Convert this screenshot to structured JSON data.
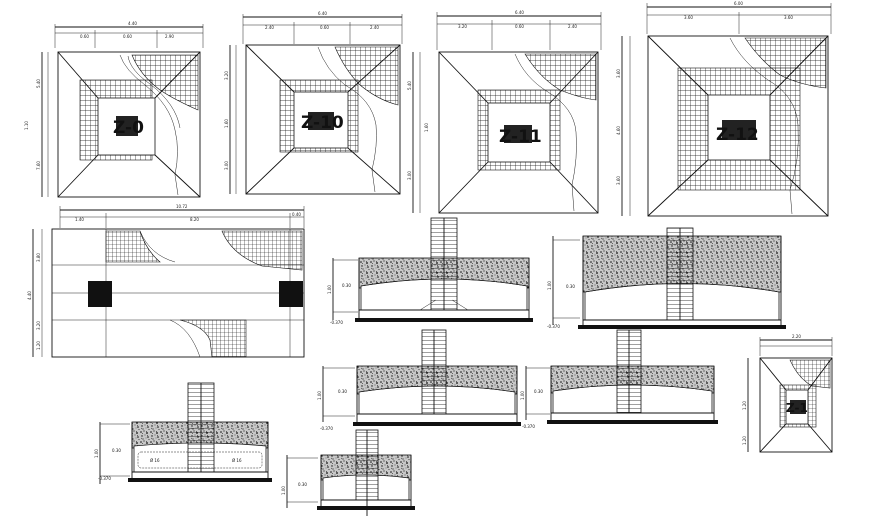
{
  "plans": [
    {
      "id": "z-a",
      "tag": "Z-0",
      "dims_top": [
        "4.40",
        "0.60",
        "0.60",
        "2.90"
      ],
      "dims_side": [
        "5.40",
        "1.10",
        "7.60"
      ]
    },
    {
      "id": "z-b",
      "tag": "Z-10",
      "dims_top": [
        "6.40",
        "2.40",
        "0.60",
        "2.40"
      ],
      "dims_side": [
        "3.20",
        "1.60",
        "3.00"
      ]
    },
    {
      "id": "z-c",
      "tag": "Z-11",
      "dims_top": [
        "6.40",
        "3.20",
        "0.60",
        "2.40"
      ],
      "dims_side": [
        "5.40",
        "1.60",
        "3.00"
      ]
    },
    {
      "id": "z-d",
      "tag": "Z-12",
      "dims_top": [
        "6.00",
        "3.60",
        "3.60"
      ],
      "dims_side": [
        "3.60",
        "4.60",
        "3.60"
      ]
    }
  ],
  "combined_plan": {
    "dims_top": [
      "1.40",
      "10.72",
      "8.20",
      "0.40"
    ],
    "dims_side": [
      "3.80",
      "4.40",
      "3.20",
      "1.20"
    ]
  },
  "small_plan": {
    "tag": "Z-1",
    "dims_top": [
      "2.20"
    ],
    "dims_side": [
      "1.20",
      "1.20"
    ]
  },
  "sections": [
    {
      "id": "sec-1",
      "levels": [
        "1.00",
        "0.30",
        "-0.370"
      ]
    },
    {
      "id": "sec-2",
      "levels": [
        "1.00",
        "0.30",
        "-0.370"
      ]
    },
    {
      "id": "sec-3",
      "levels": [
        "1.00",
        "0.30",
        "-0.370"
      ]
    },
    {
      "id": "sec-4",
      "levels": [
        "1.00",
        "0.30",
        "-0.370"
      ]
    },
    {
      "id": "sec-5",
      "levels": [
        "1.00",
        "0.30",
        "-0.370"
      ],
      "bar_labels": [
        "Ø 16",
        "Ø 16"
      ]
    },
    {
      "id": "sec-6",
      "levels": [
        "1.00",
        "0.30"
      ]
    }
  ]
}
